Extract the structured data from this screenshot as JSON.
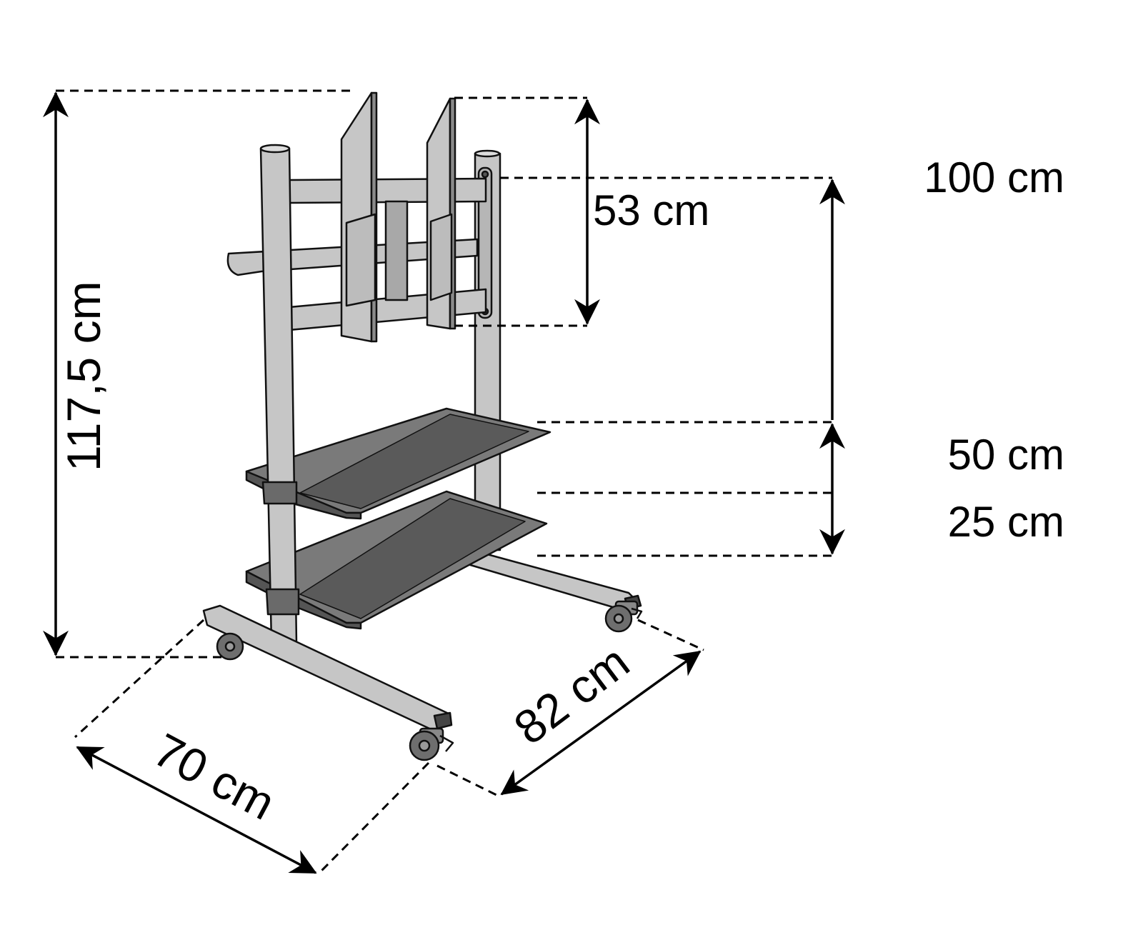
{
  "dimensions": {
    "total_height": "117,5 cm",
    "mount_height": "53 cm",
    "upper_span": "100 cm",
    "shelf_upper": "50 cm",
    "shelf_lower": "25 cm",
    "width": "70 cm",
    "depth": "82 cm"
  },
  "colors": {
    "frame": "#c6c6c6",
    "frame_dark": "#8a8a8a",
    "shelf": "#7a7a7a",
    "shelf_dark": "#555555",
    "line": "#000000",
    "background": "#ffffff"
  }
}
